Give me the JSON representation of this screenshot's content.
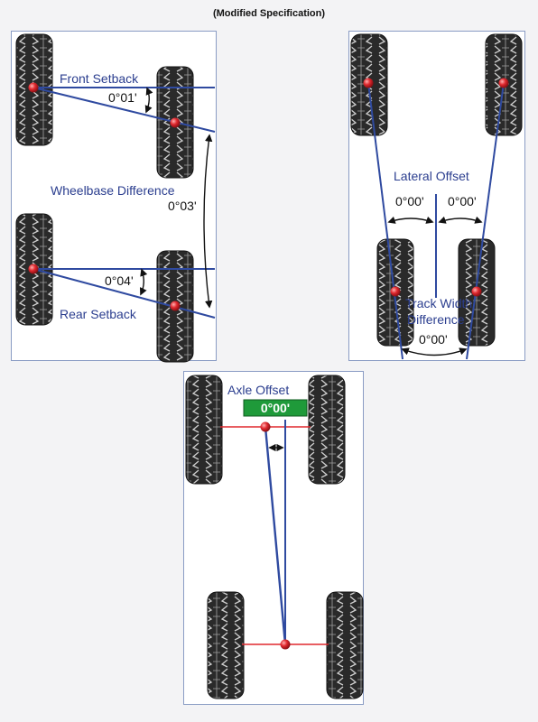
{
  "title": "(Modified Specification)",
  "setback_panel": {
    "front_setback_label": "Front Setback",
    "front_setback_value": "0°01'",
    "wheelbase_difference_label": "Wheelbase Difference",
    "wheelbase_difference_value": "0°03'",
    "rear_setback_label": "Rear Setback",
    "rear_setback_value": "0°04'"
  },
  "lateral_panel": {
    "lateral_offset_label": "Lateral Offset",
    "left_value": "0°00'",
    "right_value": "0°00'",
    "track_width_label_line1": "Track Width",
    "track_width_label_line2": "Difference",
    "track_width_value": "0°00'"
  },
  "axle_panel": {
    "axle_offset_label": "Axle Offset",
    "axle_offset_value": "0°00'",
    "value_badge_color": "#1f9a3a"
  },
  "colors": {
    "reference_line": "#2f4aa0",
    "axle_line": "#e0282e",
    "marker": "#e0282e",
    "tire": "#2a2a2a"
  }
}
